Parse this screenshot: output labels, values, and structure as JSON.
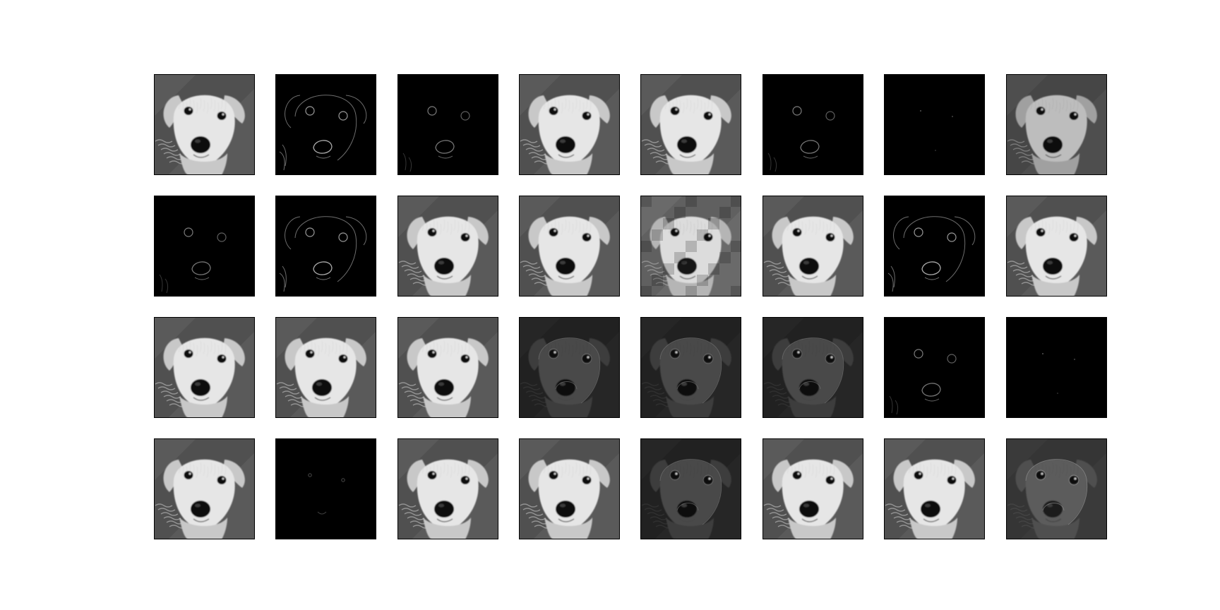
{
  "figure": {
    "background": "#ffffff",
    "rows": 4,
    "cols": 8,
    "frame_color": "#000000",
    "axes_ticks": false
  },
  "subject": "dog-face",
  "panels": [
    {
      "style": "bright"
    },
    {
      "style": "edges"
    },
    {
      "style": "sparse"
    },
    {
      "style": "bright"
    },
    {
      "style": "bright"
    },
    {
      "style": "sparse"
    },
    {
      "style": "empty"
    },
    {
      "style": "medium"
    },
    {
      "style": "sparse"
    },
    {
      "style": "edges"
    },
    {
      "style": "bright"
    },
    {
      "style": "bright"
    },
    {
      "style": "blocky"
    },
    {
      "style": "bright"
    },
    {
      "style": "edges"
    },
    {
      "style": "bright"
    },
    {
      "style": "bright"
    },
    {
      "style": "bright"
    },
    {
      "style": "bright"
    },
    {
      "style": "dim-edges"
    },
    {
      "style": "dim-edges"
    },
    {
      "style": "dim-edges"
    },
    {
      "style": "sparse"
    },
    {
      "style": "empty"
    },
    {
      "style": "bright"
    },
    {
      "style": "empty-faint"
    },
    {
      "style": "bright"
    },
    {
      "style": "bright"
    },
    {
      "style": "dim-edges"
    },
    {
      "style": "bright"
    },
    {
      "style": "bright"
    },
    {
      "style": "relief"
    }
  ]
}
